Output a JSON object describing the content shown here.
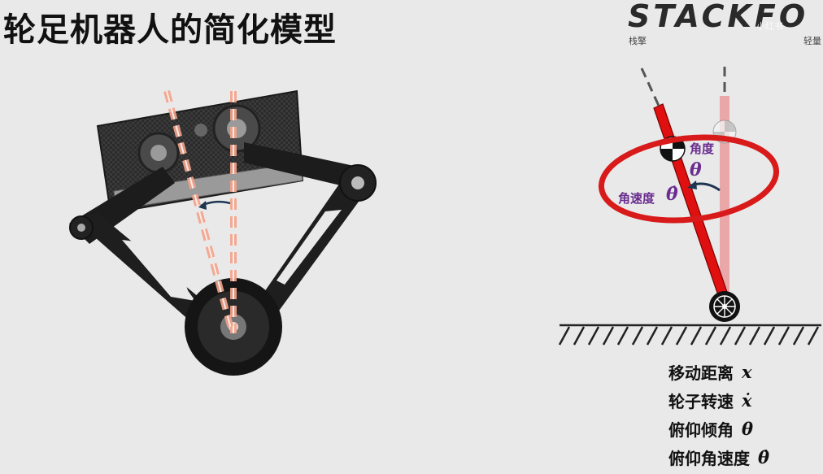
{
  "title": "轮足机器人的简化模型",
  "logo": {
    "text": "STACKFO",
    "sub_left": "栈擎",
    "sub_right": "轻量",
    "watermark": "小红书"
  },
  "diagram": {
    "angle_label": "角度",
    "angle_symbol": "θ",
    "angular_velocity_label": "角速度",
    "angular_velocity_symbol": "θ̇",
    "colors": {
      "rod": "#e01010",
      "rod_faint": "#e98a8a",
      "ellipse": "#d81a1a",
      "label": "#6a2d8f",
      "arrow": "#1e3550"
    }
  },
  "variables": [
    {
      "label": "移动距离",
      "symbol": "x"
    },
    {
      "label": "轮子转速",
      "symbol": "ẋ"
    },
    {
      "label": "俯仰倾角",
      "symbol": "θ"
    },
    {
      "label": "俯仰角速度",
      "symbol": "θ̇"
    }
  ],
  "photo": {
    "description_icon": "wheel-legged-robot-photo"
  }
}
